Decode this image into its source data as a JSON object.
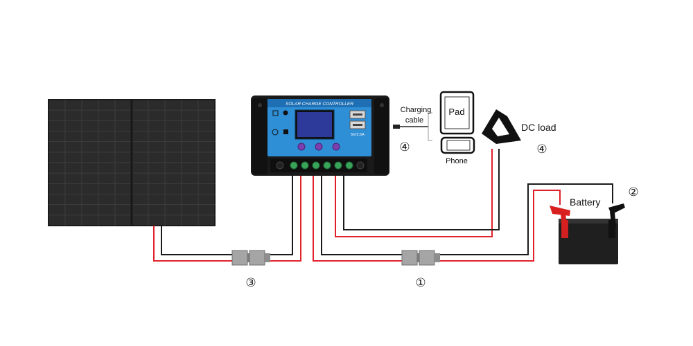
{
  "controller": {
    "title": "SOLAR CHARGE CONTROLLER",
    "usb_label": "5V/2.5A"
  },
  "labels": {
    "charging_cable": [
      "Charging",
      "cable"
    ],
    "pad": "Pad",
    "phone": "Phone",
    "dc_load": "DC load",
    "battery": "Battery"
  },
  "markers": {
    "usb_devices": "④",
    "dc_load": "④",
    "battery": "②",
    "battery_link": "①",
    "panel_link": "③"
  },
  "colors": {
    "wire_red": "#e0202a",
    "wire_black": "#1a1a1a",
    "panel": "#2b2b2b",
    "controller_face": "#2f8fd6",
    "connector": "#9a9a9a"
  },
  "icons": [
    "solar-panel-icon",
    "charge-controller-icon",
    "tablet-icon",
    "phone-icon",
    "dc-load-icon",
    "battery-icon",
    "anderson-connector-icon"
  ]
}
